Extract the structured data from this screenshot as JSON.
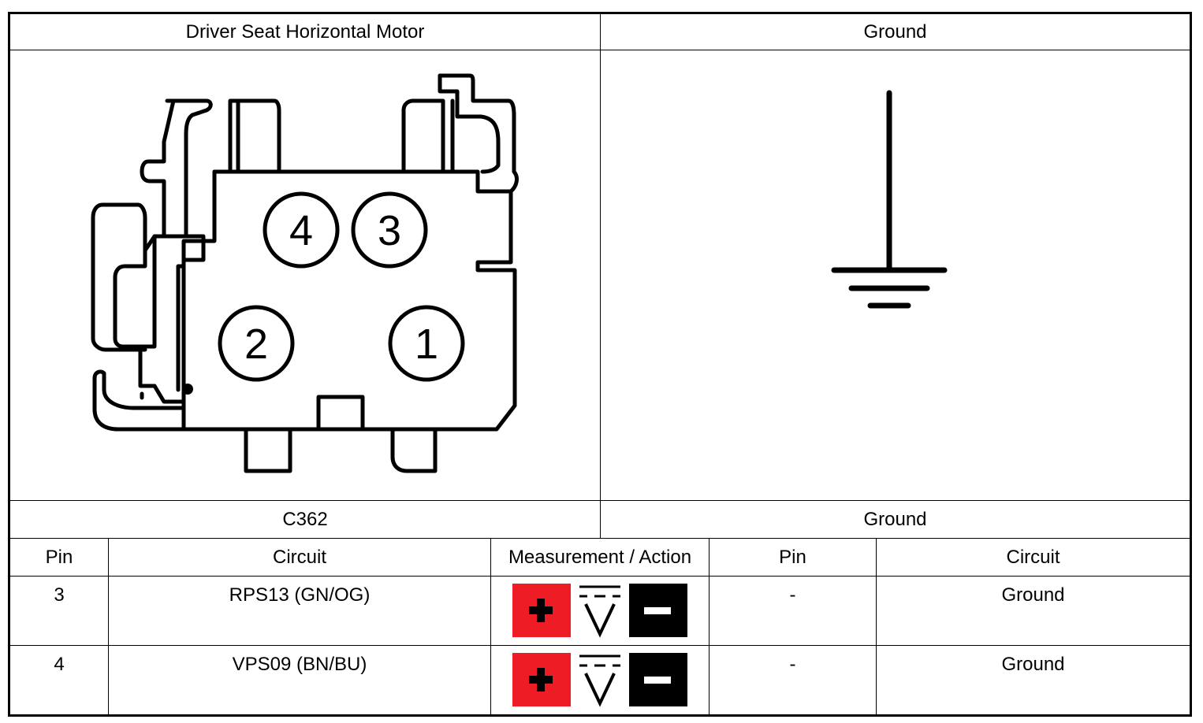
{
  "header": {
    "left_title": "Driver Seat Horizontal Motor",
    "right_title": "Ground"
  },
  "connector": {
    "name": "C362",
    "pins_visible": [
      "4",
      "3",
      "2",
      "1"
    ]
  },
  "ground_label": "Ground",
  "table": {
    "headers": [
      "Pin",
      "Circuit",
      "Measurement / Action",
      "Pin",
      "Circuit"
    ],
    "rows": [
      {
        "pin": "3",
        "circuit": "RPS13 (GN/OG)",
        "pin2": "-",
        "circuit2": "Ground"
      },
      {
        "pin": "4",
        "circuit": "VPS09 (BN/BU)",
        "pin2": "-",
        "circuit2": "Ground"
      }
    ]
  },
  "measurement_icon": {
    "positive_color": "#ee1c24",
    "negative_color": "#000000",
    "meter": "DC voltmeter"
  }
}
